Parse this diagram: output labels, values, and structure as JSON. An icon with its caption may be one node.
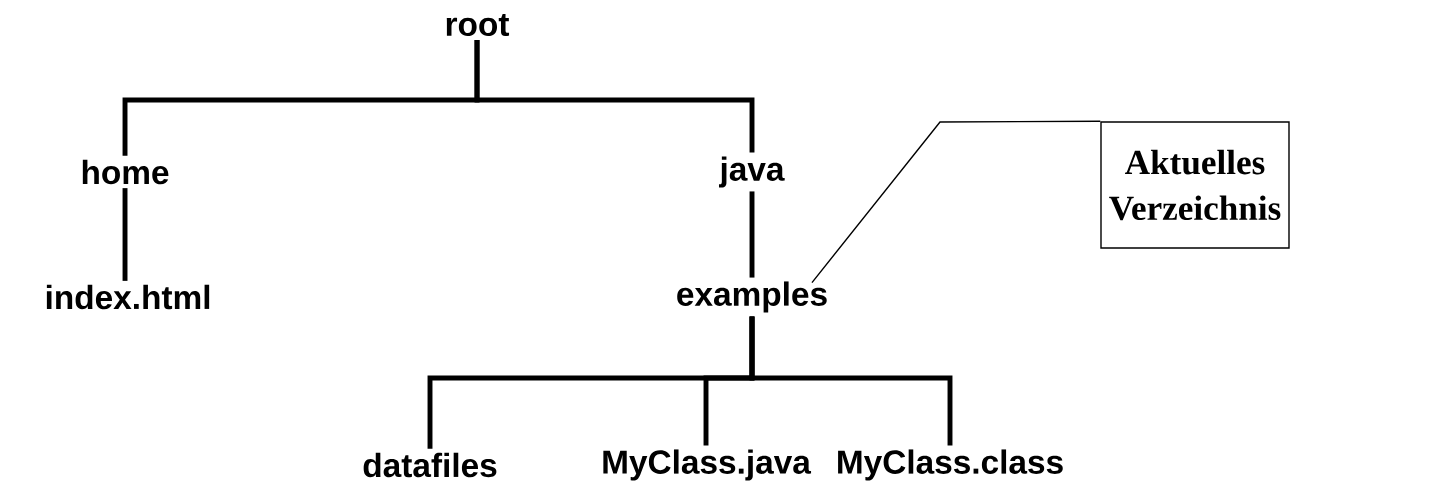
{
  "diagram": {
    "nodes": [
      {
        "text": [
          "root"
        ]
      },
      {
        "text": [
          "home"
        ]
      },
      {
        "text": [
          "java"
        ]
      },
      {
        "text": [
          "index.html"
        ]
      },
      {
        "text": [
          "examples"
        ]
      },
      {
        "text": [
          "datafiles"
        ]
      },
      {
        "text": [
          "MyClass.java"
        ]
      },
      {
        "text": [
          "MyClass.class"
        ]
      },
      {
        "text": [
          "Aktuelles Verzeichnis"
        ]
      }
    ],
    "edges": [
      {
        "from": 0,
        "to": 1,
        "arrow": "none"
      },
      {
        "from": 0,
        "to": 2,
        "arrow": "none"
      },
      {
        "from": 1,
        "to": 3,
        "arrow": "none"
      },
      {
        "from": 2,
        "to": 4,
        "arrow": "none"
      },
      {
        "from": 4,
        "to": 5,
        "arrow": "none"
      },
      {
        "from": 4,
        "to": 6,
        "arrow": "none"
      },
      {
        "from": 4,
        "to": 7,
        "arrow": "none"
      },
      {
        "from": 8,
        "to": 4,
        "arrow": "none"
      }
    ]
  }
}
